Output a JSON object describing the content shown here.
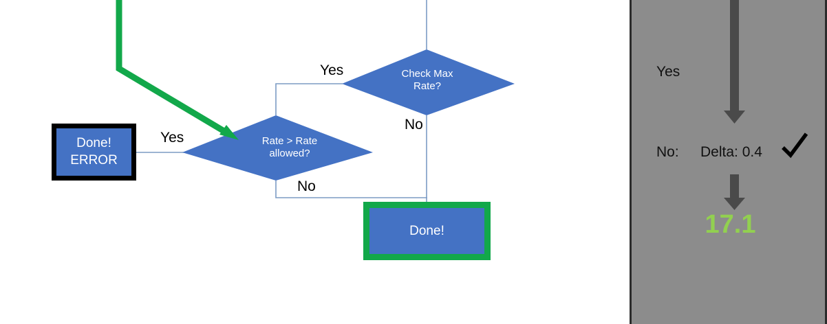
{
  "slide": {
    "background": "#ffffff",
    "colors": {
      "node_fill": "#4472C4",
      "node_text": "#ffffff",
      "connector": "#7B9BC4",
      "highlight_green": "#12A84A",
      "error_border": "#000000",
      "panel_background": "#8c8c8c",
      "panel_border": "#2b2b2b",
      "arrow_gray": "#4a4a4a",
      "value_green": "#92D050",
      "edge_label_text": "#000000"
    }
  },
  "flowchart": {
    "nodes": [
      {
        "id": "check-max-rate",
        "shape": "decision",
        "label": "Check Max\nRate?"
      },
      {
        "id": "rate-gt-rate-allowed",
        "shape": "decision",
        "label": "Rate > Rate\nallowed?"
      },
      {
        "id": "done-error",
        "shape": "process",
        "label": "Done!\nERROR",
        "border": "black"
      },
      {
        "id": "done",
        "shape": "process",
        "label": "Done!",
        "border": "green"
      }
    ],
    "edge_labels": [
      {
        "id": "yes-check-max-rate",
        "text": "Yes"
      },
      {
        "id": "no-check-max-rate",
        "text": "No"
      },
      {
        "id": "yes-rate-gt-rate",
        "text": "Yes"
      },
      {
        "id": "no-rate-gt-rate",
        "text": "No"
      }
    ]
  },
  "panel": {
    "yes_label": "Yes",
    "no_label": "No:",
    "delta_label": "Delta: 0.4",
    "check_icon": "check-mark",
    "value": "17.1",
    "arrows": [
      {
        "id": "panel-arrow-top",
        "direction": "down"
      },
      {
        "id": "panel-arrow-bottom",
        "direction": "down"
      }
    ]
  }
}
